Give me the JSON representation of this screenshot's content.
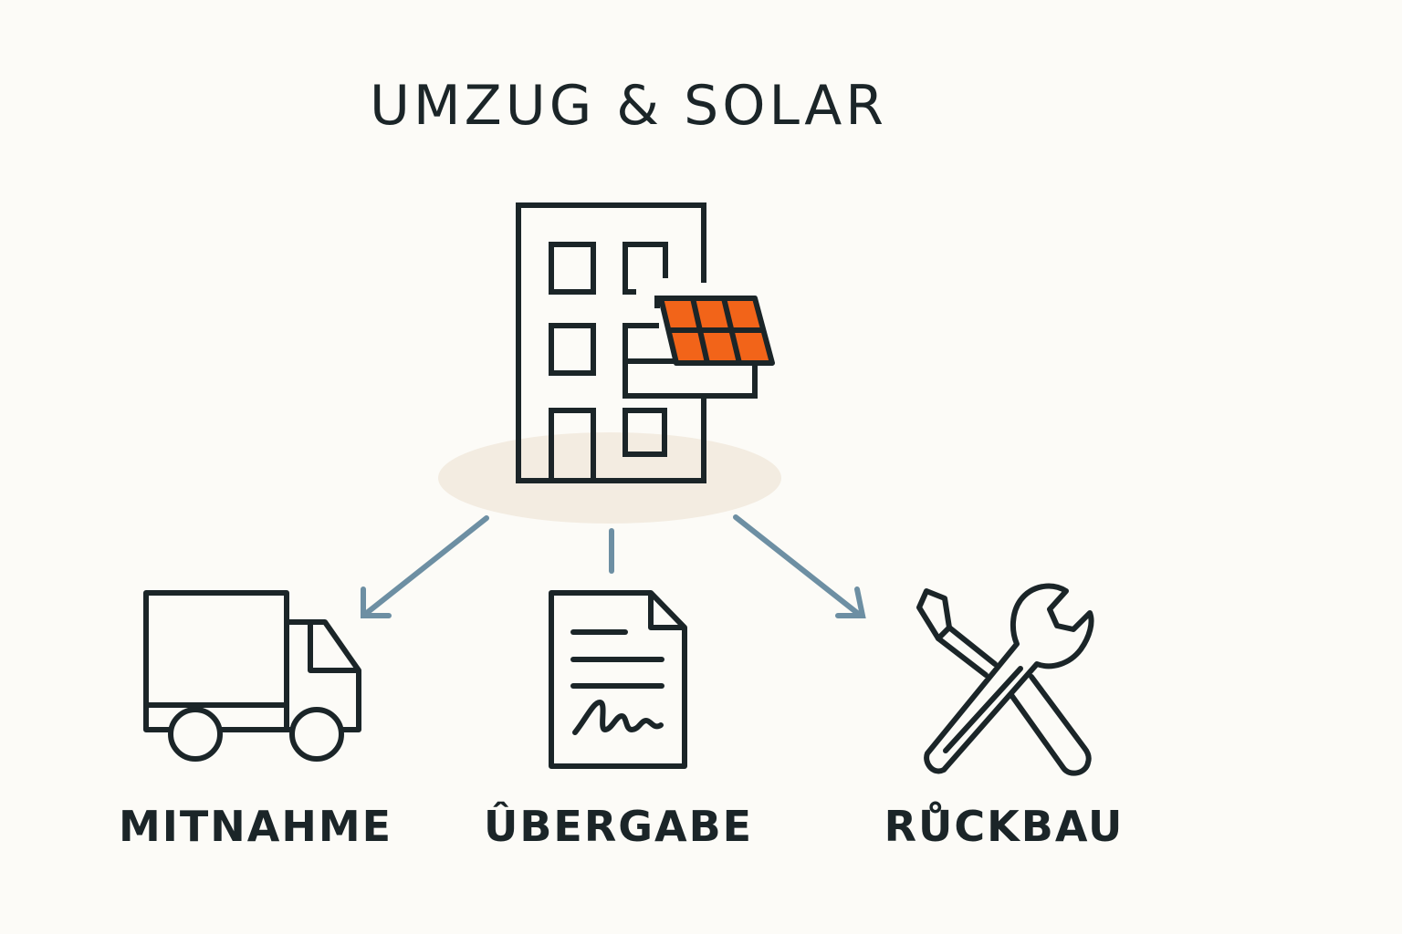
{
  "diagram": {
    "title": "UMZUG & SOLAR",
    "center": {
      "icon": "building-with-solar-panel-icon"
    },
    "options": [
      {
        "label": "MITNAHME",
        "icon": "moving-truck-icon"
      },
      {
        "label": "ÛBERGABE",
        "icon": "signed-document-icon"
      },
      {
        "label": "RŮCKBAU",
        "icon": "wrench-and-screwdriver-icon"
      }
    ]
  },
  "colors": {
    "background": "#fcfbf7",
    "ink": "#1b2528",
    "solar": "#f26419",
    "arrow": "#6d8fa3",
    "ellipse": "#f3ece1"
  }
}
